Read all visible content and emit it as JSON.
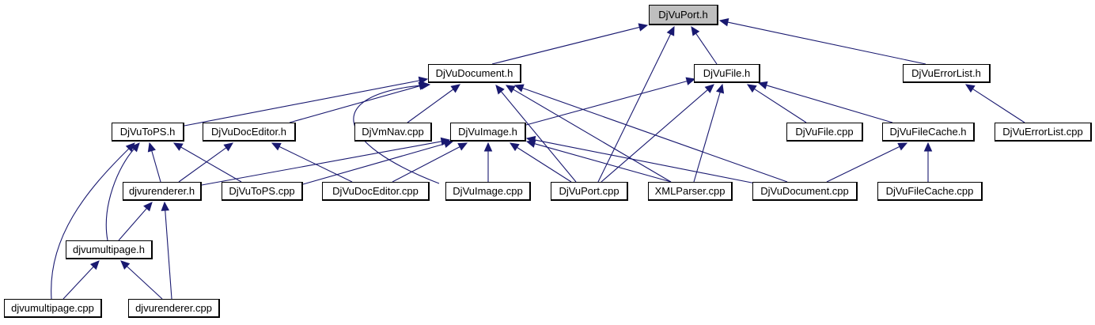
{
  "title": "DjVuPort.h include dependency graph",
  "colors": {
    "edge": "#191970",
    "focus_fill": "#bfbfbf",
    "node_fill": "#ffffff",
    "border": "#000000"
  },
  "nodes": [
    {
      "id": "DjVuPort.h",
      "label": "DjVuPort.h",
      "focus": true
    },
    {
      "id": "DjVuDocument.h",
      "label": "DjVuDocument.h"
    },
    {
      "id": "DjVuFile.h",
      "label": "DjVuFile.h"
    },
    {
      "id": "DjVuErrorList.h",
      "label": "DjVuErrorList.h"
    },
    {
      "id": "DjVuToPS.h",
      "label": "DjVuToPS.h"
    },
    {
      "id": "DjVuDocEditor.h",
      "label": "DjVuDocEditor.h"
    },
    {
      "id": "DjVmNav.cpp",
      "label": "DjVmNav.cpp"
    },
    {
      "id": "DjVuImage.h",
      "label": "DjVuImage.h"
    },
    {
      "id": "DjVuFile.cpp",
      "label": "DjVuFile.cpp"
    },
    {
      "id": "DjVuFileCache.h",
      "label": "DjVuFileCache.h"
    },
    {
      "id": "DjVuErrorList.cpp",
      "label": "DjVuErrorList.cpp"
    },
    {
      "id": "djvurenderer.h",
      "label": "djvurenderer.h"
    },
    {
      "id": "DjVuToPS.cpp",
      "label": "DjVuToPS.cpp"
    },
    {
      "id": "DjVuDocEditor.cpp",
      "label": "DjVuDocEditor.cpp"
    },
    {
      "id": "DjVuImage.cpp",
      "label": "DjVuImage.cpp"
    },
    {
      "id": "DjVuPort.cpp",
      "label": "DjVuPort.cpp"
    },
    {
      "id": "XMLParser.cpp",
      "label": "XMLParser.cpp"
    },
    {
      "id": "DjVuDocument.cpp",
      "label": "DjVuDocument.cpp"
    },
    {
      "id": "DjVuFileCache.cpp",
      "label": "DjVuFileCache.cpp"
    },
    {
      "id": "djvumultipage.h",
      "label": "djvumultipage.h"
    },
    {
      "id": "djvumultipage.cpp",
      "label": "djvumultipage.cpp"
    },
    {
      "id": "djvurenderer.cpp",
      "label": "djvurenderer.cpp"
    }
  ],
  "edges": [
    {
      "from": "DjVuDocument.h",
      "to": "DjVuPort.h"
    },
    {
      "from": "DjVuPort.cpp",
      "to": "DjVuPort.h"
    },
    {
      "from": "DjVuFile.h",
      "to": "DjVuPort.h"
    },
    {
      "from": "DjVuErrorList.h",
      "to": "DjVuPort.h"
    },
    {
      "from": "DjVuToPS.h",
      "to": "DjVuDocument.h"
    },
    {
      "from": "DjVuDocEditor.h",
      "to": "DjVuDocument.h"
    },
    {
      "from": "DjVmNav.cpp",
      "to": "DjVuDocument.h"
    },
    {
      "from": "DjVuImage.cpp",
      "to": "DjVuDocument.h"
    },
    {
      "from": "DjVuPort.cpp",
      "to": "DjVuDocument.h"
    },
    {
      "from": "XMLParser.cpp",
      "to": "DjVuDocument.h"
    },
    {
      "from": "DjVuDocument.cpp",
      "to": "DjVuDocument.h"
    },
    {
      "from": "DjVuImage.h",
      "to": "DjVuFile.h"
    },
    {
      "from": "DjVuPort.cpp",
      "to": "DjVuFile.h"
    },
    {
      "from": "XMLParser.cpp",
      "to": "DjVuFile.h"
    },
    {
      "from": "DjVuFile.cpp",
      "to": "DjVuFile.h"
    },
    {
      "from": "DjVuFileCache.h",
      "to": "DjVuFile.h"
    },
    {
      "from": "DjVuErrorList.cpp",
      "to": "DjVuErrorList.h"
    },
    {
      "from": "djvurenderer.h",
      "to": "DjVuToPS.h"
    },
    {
      "from": "DjVuToPS.cpp",
      "to": "DjVuToPS.h"
    },
    {
      "from": "djvumultipage.h",
      "to": "DjVuToPS.h"
    },
    {
      "from": "djvumultipage.cpp",
      "to": "DjVuToPS.h"
    },
    {
      "from": "djvurenderer.h",
      "to": "DjVuDocEditor.h"
    },
    {
      "from": "DjVuDocEditor.cpp",
      "to": "DjVuDocEditor.h"
    },
    {
      "from": "djvurenderer.h",
      "to": "DjVuImage.h"
    },
    {
      "from": "DjVuToPS.cpp",
      "to": "DjVuImage.h"
    },
    {
      "from": "DjVuDocEditor.cpp",
      "to": "DjVuImage.h"
    },
    {
      "from": "DjVuImage.cpp",
      "to": "DjVuImage.h"
    },
    {
      "from": "DjVuPort.cpp",
      "to": "DjVuImage.h"
    },
    {
      "from": "XMLParser.cpp",
      "to": "DjVuImage.h"
    },
    {
      "from": "DjVuDocument.cpp",
      "to": "DjVuImage.h"
    },
    {
      "from": "DjVuDocument.cpp",
      "to": "DjVuFileCache.h"
    },
    {
      "from": "DjVuFileCache.cpp",
      "to": "DjVuFileCache.h"
    },
    {
      "from": "djvumultipage.h",
      "to": "djvurenderer.h"
    },
    {
      "from": "djvurenderer.cpp",
      "to": "djvurenderer.h"
    },
    {
      "from": "djvumultipage.cpp",
      "to": "djvumultipage.h"
    },
    {
      "from": "djvurenderer.cpp",
      "to": "djvumultipage.h"
    }
  ]
}
